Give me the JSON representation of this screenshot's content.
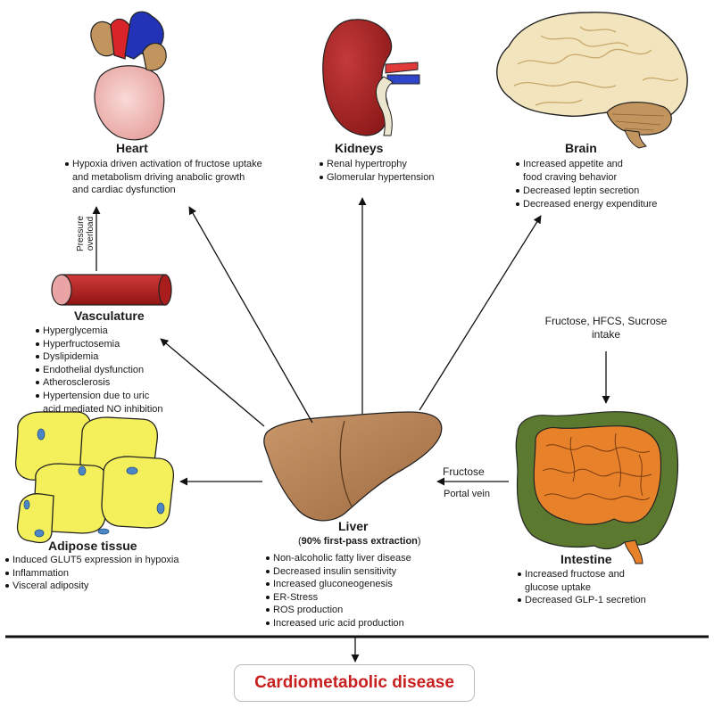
{
  "organs": {
    "heart": {
      "title": "Heart",
      "effects": [
        "Hypoxia driven activation of fructose uptake",
        "and metabolism driving anabolic growth",
        "and cardiac dysfunction"
      ]
    },
    "kidneys": {
      "title": "Kidneys",
      "effects": [
        "Renal hypertrophy",
        "Glomerular hypertension"
      ]
    },
    "brain": {
      "title": "Brain",
      "effects": [
        "Increased appetite and",
        "food craving behavior",
        "Decreased leptin secretion",
        "Decreased energy expenditure"
      ]
    },
    "vasculature": {
      "title": "Vasculature",
      "effects": [
        "Hyperglycemia",
        "Hyperfructosemia",
        "Dyslipidemia",
        "Endothelial dysfunction",
        "Atherosclerosis",
        "Hypertension due to uric",
        "acid mediated NO inhibition"
      ]
    },
    "adipose": {
      "title": "Adipose tissue",
      "effects": [
        "Induced GLUT5 expression in hypoxia",
        "Inflammation",
        "Visceral adiposity"
      ]
    },
    "liver": {
      "title": "Liver",
      "subtitle_pre": "(",
      "subtitle_bold": "90% first-pass extraction",
      "subtitle_post": ")",
      "effects": [
        "Non-alcoholic fatty liver disease",
        "Decreased insulin sensitivity",
        "Increased gluconeogenesis",
        "ER-Stress",
        "ROS production",
        "Increased uric acid production"
      ]
    },
    "intestine": {
      "title": "Intestine",
      "effects": [
        "Increased fructose and",
        "glucose uptake",
        "Decreased GLP-1 secretion"
      ]
    }
  },
  "labels": {
    "pressure_line1": "Pressure",
    "pressure_line2": "overload",
    "intake_line1": "Fructose, HFCS, Sucrose",
    "intake_line2": "intake",
    "fructose": "Fructose",
    "portal_vein": "Portal vein"
  },
  "outcome": {
    "label": "Cardiometabolic disease",
    "color": "#c8201f"
  },
  "colors": {
    "liver": "#b5835a",
    "vessel": "#b01c1c",
    "adipocyte": "#f3f05c",
    "intestine": "#e8822a",
    "intestine_outer": "#5b7a2f",
    "brain": "#f3e5be",
    "kidney": "#9e2222"
  }
}
